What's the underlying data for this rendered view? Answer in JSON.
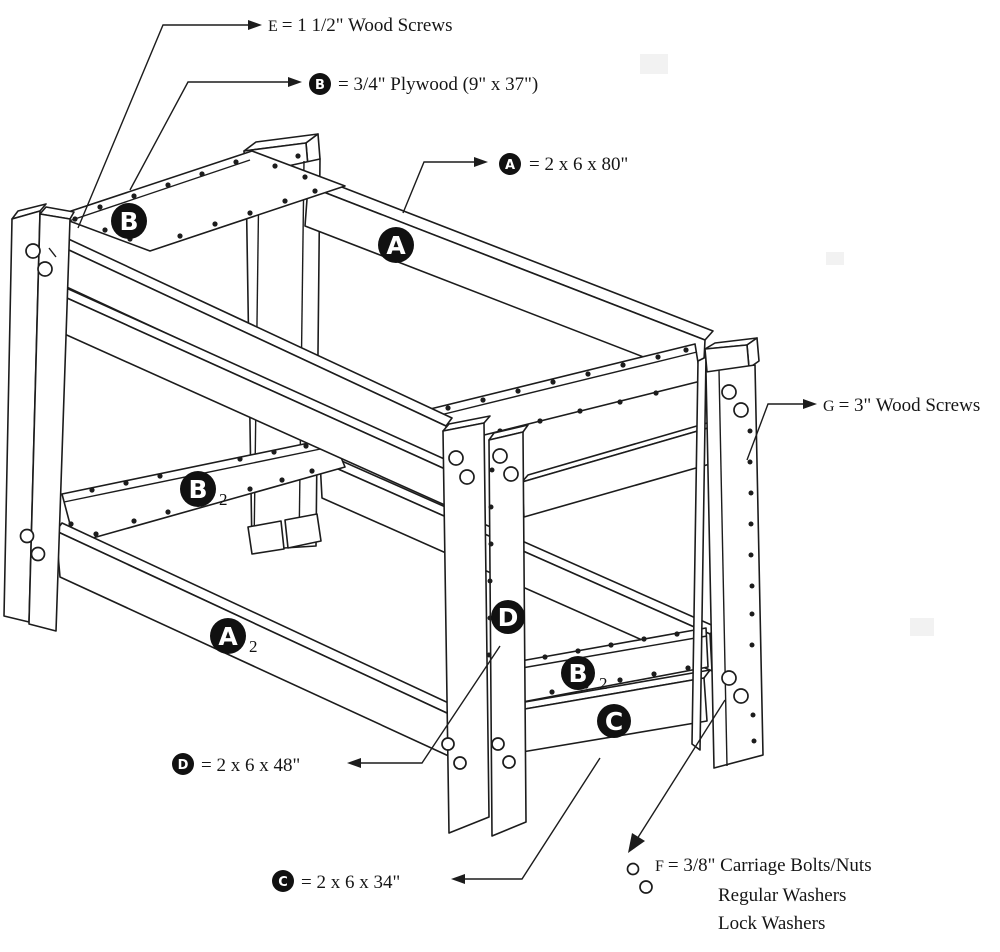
{
  "diagram": {
    "description": "Exploded assembly drawing of a lumber work-bench frame with lettered parts",
    "colors": {
      "ink": "#1c1c1c",
      "paper": "#ffffff",
      "badge_bg": "#111111",
      "badge_fg": "#ffffff"
    },
    "callouts": {
      "E": {
        "key": "E",
        "text": "= 1 1/2\" Wood Screws"
      },
      "B": {
        "letter": "B",
        "text": "= 3/4\" Plywood (9\" x 37\")"
      },
      "A": {
        "letter": "A",
        "text": "= 2 x 6 x 80\""
      },
      "G": {
        "key": "G",
        "text": "= 3\" Wood Screws"
      },
      "D": {
        "letter": "D",
        "text": "= 2 x 6 x 48\""
      },
      "C": {
        "letter": "C",
        "text": "= 2 x 6 x 34\""
      },
      "F": {
        "key": "F",
        "text": "= 3/8\" Carriage Bolts/Nuts",
        "line2": "Regular Washers",
        "line3": "Lock Washers"
      }
    },
    "part_labels": {
      "top_left_B": {
        "letter": "B",
        "sub": ""
      },
      "top_A": {
        "letter": "A",
        "sub": ""
      },
      "mid_left_B2": {
        "letter": "B",
        "sub": "2"
      },
      "bottom_left_A2": {
        "letter": "A",
        "sub": "2"
      },
      "front_leg_D": {
        "letter": "D",
        "sub": ""
      },
      "right_B2": {
        "letter": "B",
        "sub": "2"
      },
      "bottom_C": {
        "letter": "C",
        "sub": ""
      }
    }
  }
}
